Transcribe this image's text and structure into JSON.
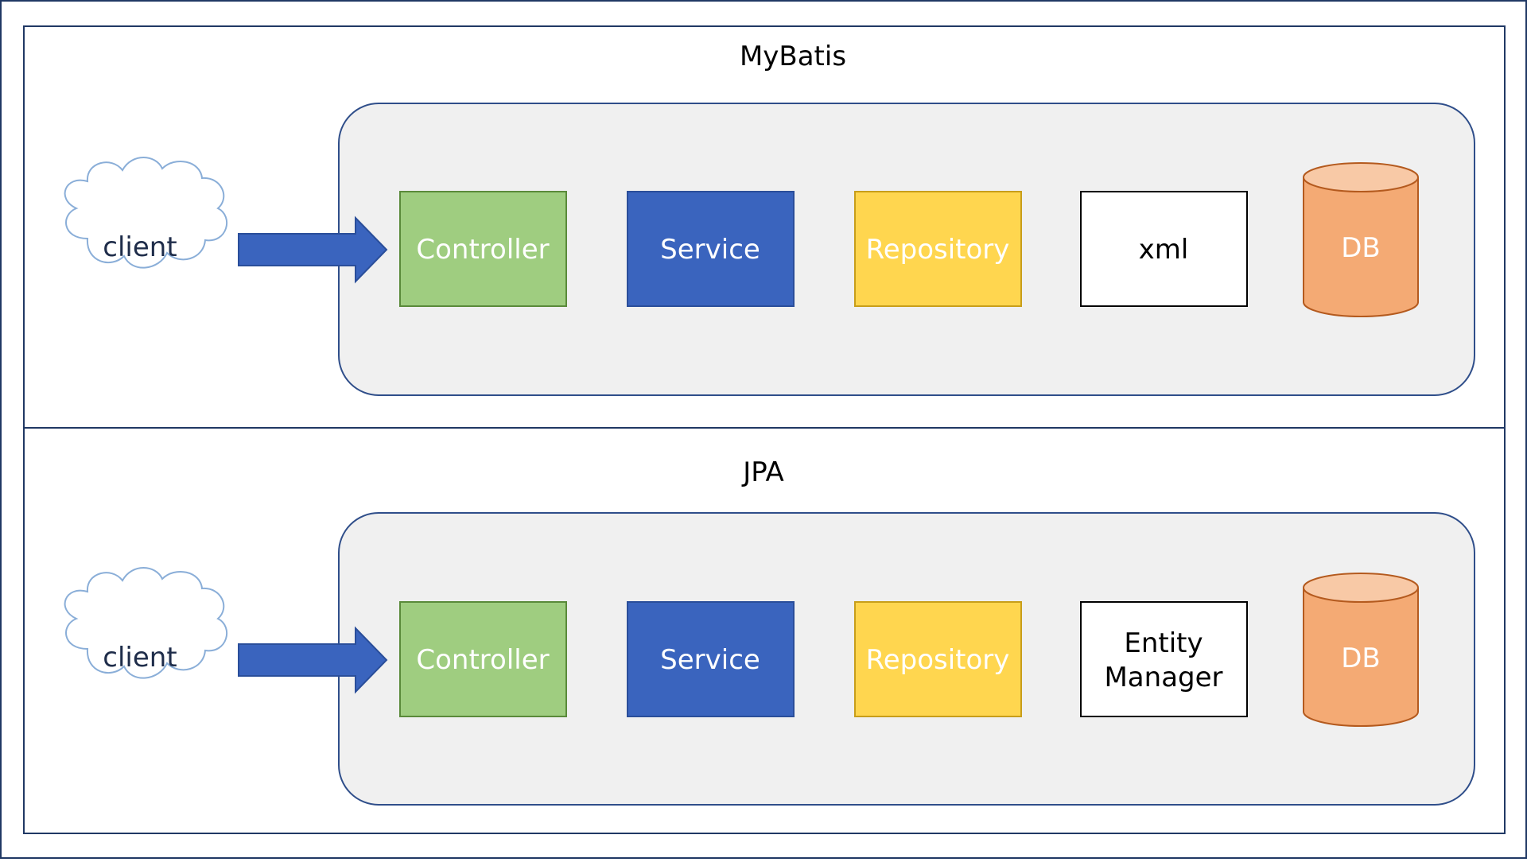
{
  "sections": [
    {
      "title": "MyBatis",
      "client_label": "client",
      "components": {
        "controller": "Controller",
        "service": "Service",
        "repository": "Repository",
        "mapper_lines": [
          "xml"
        ],
        "db": "DB"
      }
    },
    {
      "title": "JPA",
      "client_label": "client",
      "components": {
        "controller": "Controller",
        "service": "Service",
        "repository": "Repository",
        "mapper_lines": [
          "Entity",
          "Manager"
        ],
        "db": "DB"
      }
    }
  ],
  "colors": {
    "frame_border": "#203864",
    "panel_fill": "#f0f0f0",
    "panel_border": "#2f4e8a",
    "controller_fill": "#9fcd80",
    "controller_border": "#5a8a3a",
    "service_fill": "#3a64be",
    "service_border": "#2a4e9a",
    "repository_fill": "#ffd64f",
    "repository_border": "#c89e1a",
    "mapper_fill": "#ffffff",
    "mapper_border": "#000000",
    "db_fill": "#f4aa74",
    "db_top_fill": "#f8c9a6",
    "db_border": "#b45a1e",
    "arrow_fill": "#3a64be",
    "arrow_border": "#2a4e9a",
    "cloud_border": "#8aaed8",
    "dark_text": "#1f2d4a",
    "light_text": "#ffffff"
  },
  "icons": [
    "cloud-icon",
    "right-arrow-icon",
    "database-icon"
  ]
}
